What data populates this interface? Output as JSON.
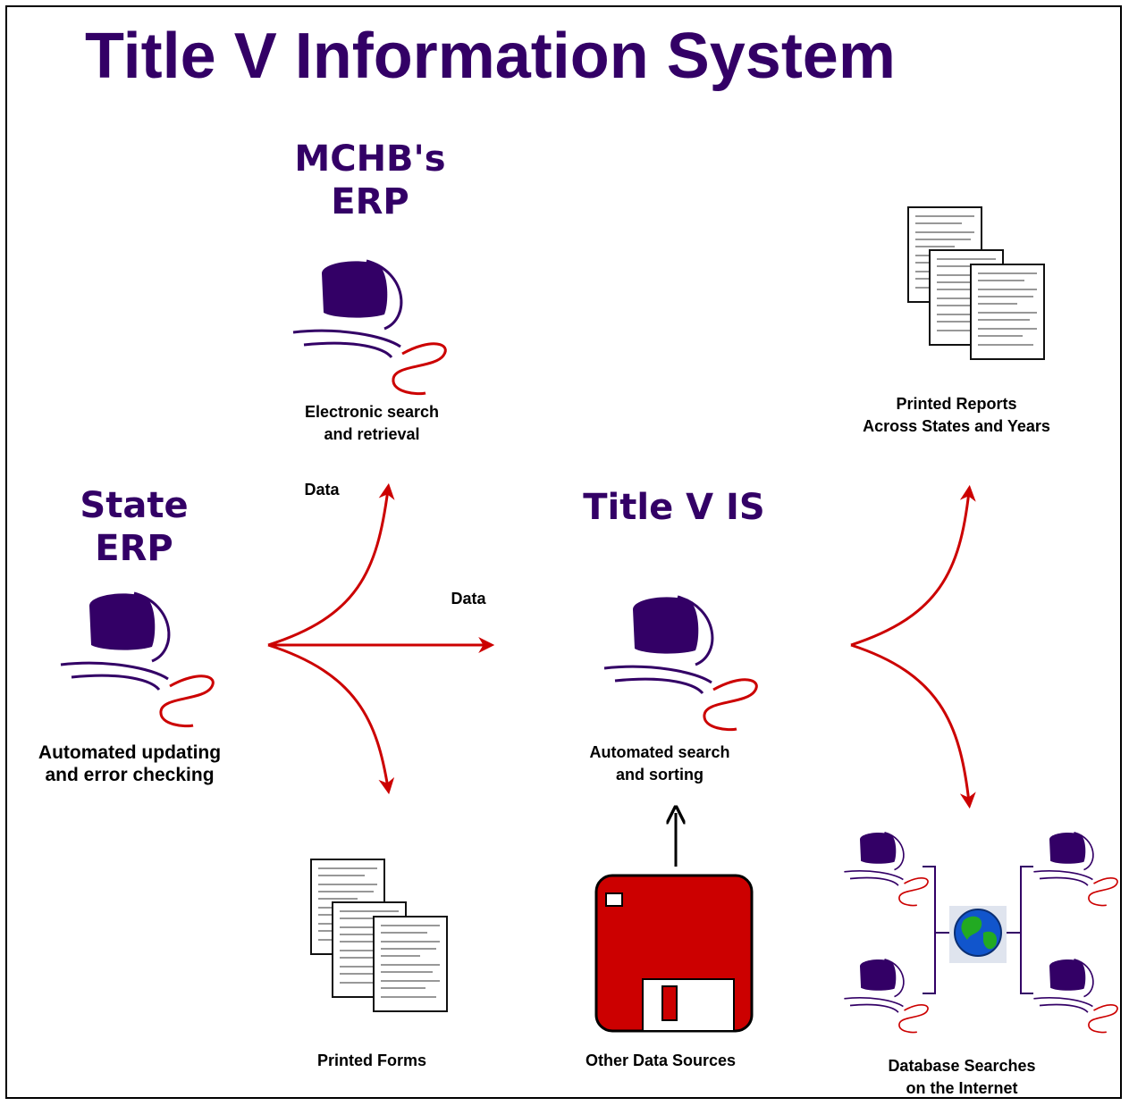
{
  "title": "Title V Information System",
  "nodes": {
    "mchb": {
      "heading": [
        "MCHB's",
        "ERP"
      ],
      "caption": [
        "Electronic search",
        "and retrieval"
      ]
    },
    "state": {
      "heading": [
        "State",
        "ERP"
      ],
      "caption": [
        "Automated updating",
        "and error checking"
      ]
    },
    "titlev": {
      "heading": [
        "Title V IS"
      ],
      "caption": [
        "Automated search",
        "and sorting"
      ]
    },
    "reports": {
      "caption": [
        "Printed Reports",
        "Across States and Years"
      ]
    },
    "forms": {
      "caption": [
        "Printed Forms"
      ]
    },
    "other": {
      "caption": [
        "Other Data Sources"
      ]
    },
    "internet": {
      "caption": [
        "Database Searches",
        "on the Internet"
      ]
    }
  },
  "edge_labels": {
    "state_to_mchb": "Data",
    "state_to_titlev": "Data"
  },
  "colors": {
    "title": "#330066",
    "monitor": "#330066",
    "arrow": "#cc0000",
    "disk": "#cc0000",
    "globe_land": "#22aa22",
    "globe_sea": "#1155cc"
  },
  "icons": {
    "computer": "computer-icon",
    "document": "document-stack-icon",
    "disk": "floppy-disk-icon",
    "globe": "globe-icon"
  }
}
